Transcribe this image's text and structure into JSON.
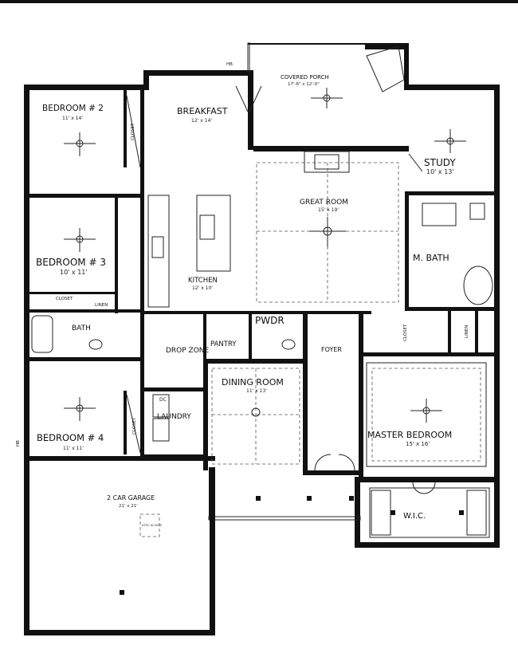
{
  "plan": {
    "rooms": [
      {
        "id": "bedroom2",
        "name": "BEDROOM # 2",
        "size": "11' x 14'"
      },
      {
        "id": "breakfast",
        "name": "BREAKFAST",
        "size": "12' x 14'"
      },
      {
        "id": "covered_porch",
        "name": "COVERED PORCH",
        "size": "17'-6\" x 12'-0\""
      },
      {
        "id": "study",
        "name": "STUDY",
        "size": "10' x 13'"
      },
      {
        "id": "great_room",
        "name": "GREAT ROOM",
        "size": "15' x 19'"
      },
      {
        "id": "bedroom3",
        "name": "BEDROOM # 3",
        "size": "10' x 11'"
      },
      {
        "id": "kitchen",
        "name": "KITCHEN",
        "size": "12' x 10'"
      },
      {
        "id": "m_bath",
        "name": "M. BATH",
        "size": ""
      },
      {
        "id": "bath",
        "name": "BATH",
        "size": ""
      },
      {
        "id": "pwdr",
        "name": "PWDR",
        "size": ""
      },
      {
        "id": "pantry",
        "name": "PANTRY",
        "size": ""
      },
      {
        "id": "foyer",
        "name": "FOYER",
        "size": ""
      },
      {
        "id": "drop_zone",
        "name": "DROP ZONE",
        "size": ""
      },
      {
        "id": "dining_room",
        "name": "DINING ROOM",
        "size": "11' x 13'"
      },
      {
        "id": "laundry",
        "name": "LAUNDRY",
        "size": ""
      },
      {
        "id": "master_bedroom",
        "name": "MASTER BEDROOM",
        "size": "15' x 16'"
      },
      {
        "id": "bedroom4",
        "name": "BEDROOM # 4",
        "size": "11' x 11'"
      },
      {
        "id": "garage",
        "name": "2 CAR GARAGE",
        "size": "21' x 21'"
      },
      {
        "id": "wic",
        "name": "W.I.C.",
        "size": ""
      }
    ],
    "small_labels": {
      "closet_b2": "CLOSET",
      "closet_b3": "CLOSET",
      "linen": "LINEN",
      "closet_hall": "CLOSET",
      "linen_master": "LINEN",
      "closet_b4": "CLOSET",
      "hb_top": "HB",
      "hb_left": "HB",
      "dc": "DC",
      "attic": "ATTIC ACCESS"
    }
  }
}
